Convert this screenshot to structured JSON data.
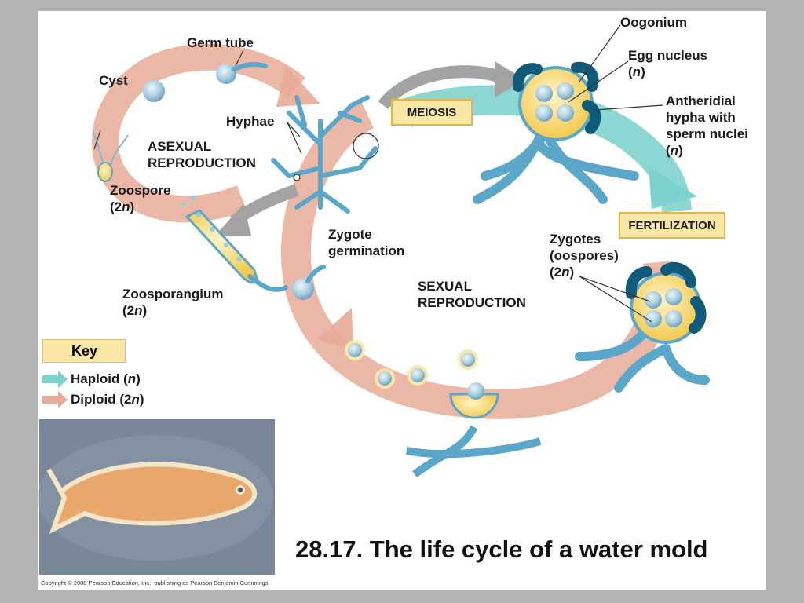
{
  "labels": {
    "oogonium": "Oogonium",
    "egg_nucleus": "Egg nucleus",
    "egg_ploidy": "n",
    "antheridial": [
      "Antheridial",
      "hypha with",
      "sperm nuclei"
    ],
    "antheridial_ploidy": "n",
    "germ_tube": "Germ tube",
    "cyst": "Cyst",
    "hyphae": "Hyphae",
    "asexual": [
      "ASEXUAL",
      "REPRODUCTION"
    ],
    "zoospore": "Zoospore",
    "zoospore_ploidy": "2",
    "zygote_germination": [
      "Zygote",
      "germination"
    ],
    "zygotes": [
      "Zygotes",
      "(oospores)"
    ],
    "zygotes_ploidy": "2",
    "sexual": [
      "SEXUAL",
      "REPRODUCTION"
    ],
    "zoosporangium": "Zoosporangium",
    "zoosporangium_ploidy": "2"
  },
  "process_boxes": {
    "meiosis": "MEIOSIS",
    "fertilization": "FERTILIZATION"
  },
  "key": {
    "title": "Key",
    "haploid": "Haploid",
    "haploid_ploidy": "n",
    "diploid": "Diploid",
    "diploid_ploidy": "2",
    "n_symbol": "n"
  },
  "caption": "28.17.  The life cycle of a water mold",
  "copyright": "Copyright © 2008 Pearson Education, Inc., publishing as Pearson Benjamin Cummings.",
  "colors": {
    "haploid": "#7fd3cf",
    "diploid": "#e8ab98",
    "hyphae": "#5ba7c9",
    "oogonium_dark": "#0e5a78",
    "box_fill": "#fbe7a6"
  }
}
